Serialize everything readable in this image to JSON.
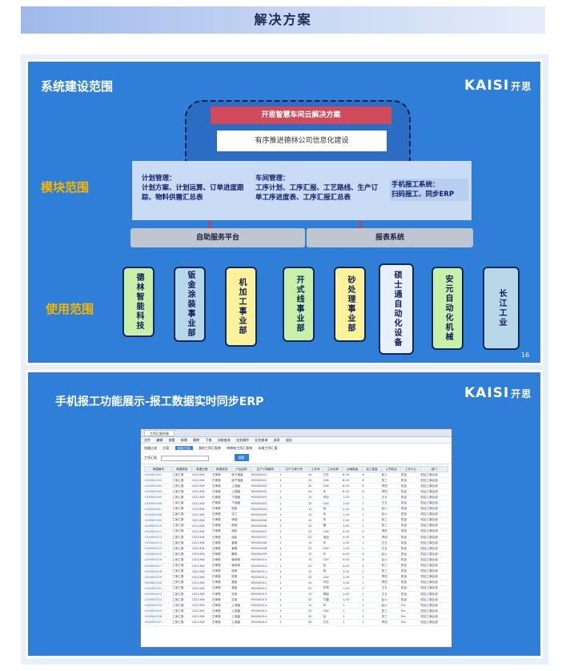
{
  "header": {
    "title": "解决方案"
  },
  "slide1": {
    "title": "系统建设范围",
    "logo": {
      "brand": "KAISI",
      "cn": "开思"
    },
    "top_red": "开思智慧车间云解决方案",
    "top_white": "有序推进德林公司信息化建设",
    "labels": {
      "module": "模块范围",
      "usage": "使用范围"
    },
    "modules": [
      {
        "title": "计划管理：",
        "text": "计划方案、计划运算、订单进度跟踪、物料供需汇总表"
      },
      {
        "title": "车间管理：",
        "text": "工序计划、工序汇报、工艺路线、生产订单工序进度表、工序汇报汇总表"
      },
      {
        "title": "手机报工系统：",
        "text": "扫码报工、同步ERP"
      }
    ],
    "platforms": {
      "left": "自助服务平台",
      "right": "报表系统"
    },
    "usage": [
      "德林智能科技",
      "钣金涂装事业部",
      "机加工事业部",
      "开式线事业部",
      "砂处理事业部",
      "硕士通自动化设备",
      "安元自动化机械",
      "长江工业"
    ],
    "page_number": "16"
  },
  "slide2": {
    "title": "手机报工功能展示-报工数据实时同步ERP",
    "logo": {
      "brand": "KAISI",
      "cn": "开思"
    },
    "app": {
      "tab": "工序汇报列表",
      "menu": [
        "文件",
        "编辑",
        "查看",
        "新增",
        "删除",
        "下推",
        "关联查询",
        "业务操作",
        "业务查询",
        "选项",
        "退出"
      ],
      "subtabs": [
        "快捷过滤",
        "方案",
        "缺省方案",
        "我的工序汇报单",
        "待审核工序汇报单",
        "本周工序汇报"
      ],
      "search_label": "工序汇报",
      "search_button": "搜索",
      "columns": [
        "单据编号",
        "单据类型",
        "单据日期",
        "单据状态",
        "产品名称",
        "生产订单编号",
        "生产订单行号",
        "工序号",
        "工序名称",
        "合格数量",
        "加工数量",
        "人员姓名",
        "工作中心",
        "部门"
      ],
      "rows": [
        [
          "GXHB00001",
          "工序汇报",
          "2021/9/8",
          "已审核",
          "转子端盖",
          "MO000001",
          "1",
          "10",
          "打孔",
          "6.00",
          "6",
          "张三",
          "机加",
          "机加工事业部"
        ],
        [
          "GXHB00002",
          "工序汇报",
          "2021/9/8",
          "已审核",
          "转子端盖",
          "MO000001",
          "1",
          "20",
          "CNC",
          "8.00",
          "8",
          "张三",
          "机加",
          "机加工事业部"
        ],
        [
          "GXHB00003",
          "工序汇报",
          "2021/9/8",
          "已审核",
          "上端盖",
          "MO000002",
          "1",
          "30",
          "CNC",
          "8.00",
          "8",
          "李四",
          "机加",
          "机加工事业部"
        ],
        [
          "GXHB00004",
          "工序汇报",
          "2021/9/8",
          "已审核",
          "上端盖",
          "MO000002",
          "1",
          "40",
          "车",
          "8.00",
          "8",
          "李四",
          "机加",
          "机加工事业部"
        ],
        [
          "GXHB00005",
          "工序汇报",
          "2021/9/8",
          "已审核",
          "下端盖",
          "MO000003",
          "1",
          "10",
          "冲压",
          "1.00",
          "1",
          "王五",
          "机加",
          "机加工事业部"
        ],
        [
          "GXHB00006",
          "工序汇报",
          "2021/9/8",
          "已审核",
          "下端盖",
          "MO000003",
          "1",
          "20",
          "CNC",
          "1.00",
          "1",
          "王五",
          "机加",
          "机加工事业部"
        ],
        [
          "GXHB00007",
          "工序汇报",
          "2021/9/8",
          "已审核",
          "底板",
          "MO000004",
          "1",
          "10",
          "钻",
          "2.00",
          "2",
          "赵六",
          "机加",
          "机加工事业部"
        ],
        [
          "GXHB00008",
          "工序汇报",
          "2021/9/8",
          "已审核",
          "法兰",
          "MO000005",
          "1",
          "10",
          "车",
          "1.00",
          "1",
          "赵六",
          "机加",
          "机加工事业部"
        ],
        [
          "GXHB00009",
          "工序汇报",
          "2021/9/8",
          "已审核",
          "转轴",
          "MO000006",
          "1",
          "10",
          "车",
          "1.00",
          "1",
          "张三",
          "机加",
          "机加工事业部"
        ],
        [
          "GXHB00010",
          "工序汇报",
          "2021/9/8",
          "已审核",
          "转轴",
          "MO000006",
          "1",
          "20",
          "磨",
          "1.00",
          "1",
          "张三",
          "机加",
          "机加工事业部"
        ],
        [
          "GXHB00011",
          "工序汇报",
          "2021/9/8",
          "已审核",
          "齿轮",
          "MO000007",
          "1",
          "10",
          "CNC",
          "4.00",
          "4",
          "李四",
          "机加",
          "机加工事业部"
        ],
        [
          "GXHB00012",
          "工序汇报",
          "2021/9/8",
          "已审核",
          "齿轮",
          "MO000007",
          "1",
          "20",
          "滚齿",
          "4.00",
          "4",
          "李四",
          "机加",
          "机加工事业部"
        ],
        [
          "GXHB00013",
          "工序汇报",
          "2021/9/8",
          "已审核",
          "套筒",
          "MO000008",
          "1",
          "10",
          "车",
          "1.00",
          "1",
          "王五",
          "机加",
          "机加工事业部"
        ],
        [
          "GXHB00014",
          "工序汇报",
          "2021/9/8",
          "已审核",
          "套筒",
          "MO000008",
          "1",
          "20",
          "CNC",
          "1.00",
          "1",
          "王五",
          "机加",
          "机加工事业部"
        ],
        [
          "GXHB00015",
          "工序汇报",
          "2021/9/8",
          "已审核",
          "螺母",
          "MO000009",
          "1",
          "10",
          "车",
          "4.00",
          "4",
          "赵六",
          "机加",
          "机加工事业部"
        ],
        [
          "GXHB00016",
          "工序汇报",
          "2021/9/8",
          "已审核",
          "轴承座",
          "MO000010",
          "1",
          "10",
          "CNC",
          "4.00",
          "4",
          "赵六",
          "机加",
          "机加工事业部"
        ],
        [
          "GXHB00017",
          "工序汇报",
          "2021/9/8",
          "已审核",
          "轴承座",
          "MO000010",
          "1",
          "20",
          "钻",
          "4.00",
          "4",
          "张三",
          "机加",
          "机加工事业部"
        ],
        [
          "GXHB00018",
          "工序汇报",
          "2021/9/8",
          "已审核",
          "底座",
          "MO000011",
          "1",
          "10",
          "铣",
          "1.00",
          "1",
          "张三",
          "机加",
          "机加工事业部"
        ],
        [
          "GXHB00019",
          "工序汇报",
          "2021/9/8",
          "已审核",
          "底座",
          "MO000011",
          "1",
          "20",
          "CNC",
          "1.00",
          "1",
          "李四",
          "机加",
          "机加工事业部"
        ],
        [
          "GXHB00020",
          "工序汇报",
          "2021/9/8",
          "已审核",
          "盖板",
          "MO000012",
          "1",
          "10",
          "冲压",
          "1.00",
          "1",
          "李四",
          "机加",
          "机加工事业部"
        ],
        [
          "GXHB00021",
          "工序汇报",
          "2021/9/8",
          "已审核",
          "盖板",
          "MO000012",
          "1",
          "20",
          "折弯",
          "1.00",
          "1",
          "王五",
          "机加",
          "机加工事业部"
        ],
        [
          "GXHB00022",
          "工序汇报",
          "2021/9/8",
          "已审核",
          "支架",
          "MO000013",
          "1",
          "10",
          "焊接",
          "1.00",
          "1",
          "王五",
          "机加",
          "机加工事业部"
        ],
        [
          "GXHB00023",
          "工序汇报",
          "2021/9/8",
          "已审核",
          "支架",
          "MO000013",
          "1",
          "20",
          "打磨",
          "1.00",
          "1",
          "赵六",
          "机加",
          "机加工事业部"
        ],
        [
          "GXHB00024",
          "工序汇报",
          "2021/9/8",
          "已审核",
          "上端盖",
          "MO000014",
          "1",
          "10",
          "车",
          "1",
          "1",
          "赵六",
          "Pro",
          "机加工事业部"
        ],
        [
          "GXHB00025",
          "工序汇报",
          "2021/9/8",
          "已审核",
          "上端盖",
          "MO000014",
          "1",
          "20",
          "CNC",
          "1",
          "1",
          "张三",
          "Pro",
          "机加工事业部"
        ],
        [
          "GXHB00026",
          "工序汇报",
          "2021/9/8",
          "已审核",
          "上端盖",
          "MO000014",
          "1",
          "30",
          "钻",
          "1",
          "1",
          "张三",
          "Pro",
          "机加工事业部"
        ],
        [
          "GXHB00027",
          "工序汇报",
          "2021/9/8",
          "已审核",
          "上端盖",
          "MO000014",
          "1",
          "40",
          "打孔",
          "1",
          "1",
          "李四",
          "Pro",
          "机加工事业部"
        ]
      ]
    }
  }
}
